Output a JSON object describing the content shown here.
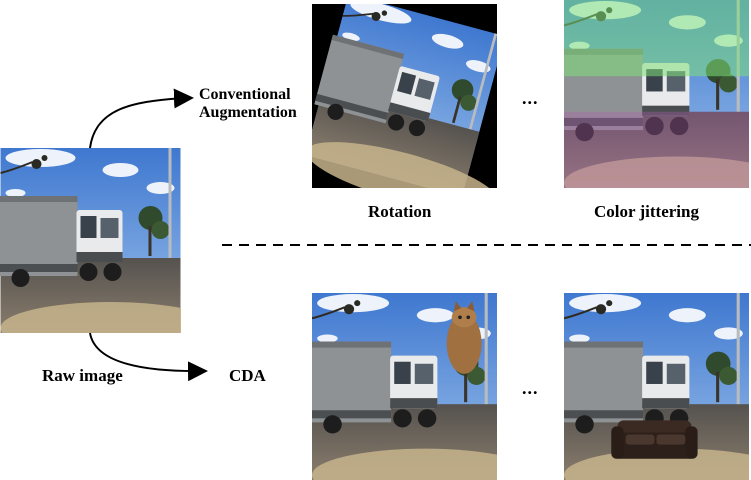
{
  "labels": {
    "conventional_line1": "Conventional",
    "conventional_line2": "Augmentation",
    "raw_image": "Raw image",
    "cda": "CDA",
    "rotation": "Rotation",
    "color_jittering": "Color jittering",
    "ellipsis_top": "...",
    "ellipsis_bottom": "..."
  },
  "colors": {
    "sky": "#5b8fd8",
    "cloud": "#f2f5fb",
    "truck_body": "#8a8d90",
    "cab": "#e8e9ea",
    "road": "#6d6a67",
    "jitter_tint": "#8be07f"
  },
  "icons": {
    "arrow_top": "curved-arrow-right",
    "arrow_bottom": "curved-arrow-right",
    "pasted_object_1": "cat",
    "pasted_object_2": "sofa"
  }
}
